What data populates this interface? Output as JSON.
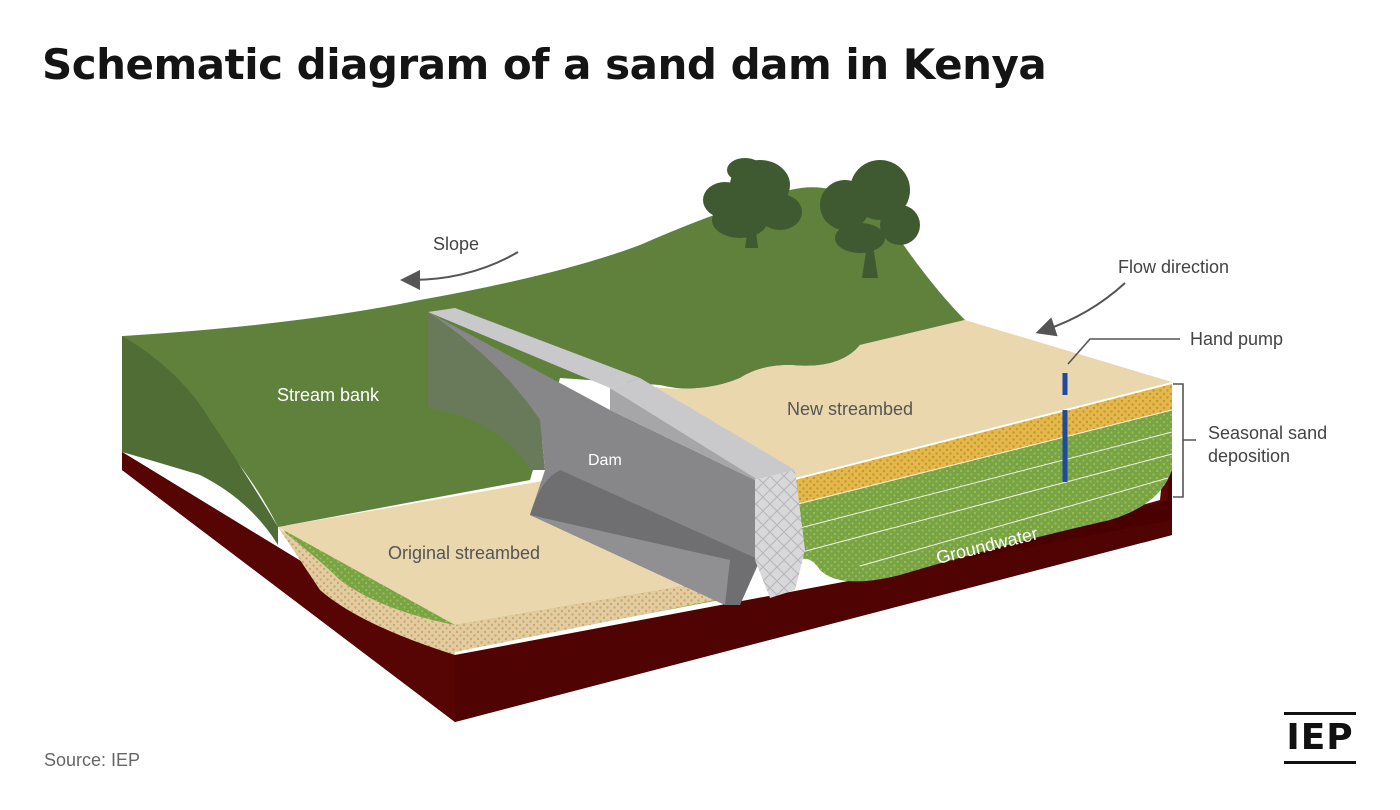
{
  "title": "Schematic diagram of a sand dam in Kenya",
  "source": "Source: IEP",
  "logo": "IEP",
  "labels": {
    "slope": "Slope",
    "flow_direction": "Flow direction",
    "hand_pump": "Hand pump",
    "stream_bank": "Stream bank",
    "dam": "Dam",
    "new_streambed": "New streambed",
    "seasonal_line1": "Seasonal sand",
    "seasonal_line2": "deposition",
    "original_streambed": "Original streambed",
    "groundwater": "Groundwater"
  },
  "colors": {
    "grass": "#5f813c",
    "grass_dark": "#4f6d34",
    "tree": "#3f5a30",
    "soil": "#4a0000",
    "soil_side": "#5c0606",
    "sand": "#ead7ad",
    "sand_layer": "#e4b84a",
    "groundwater": "#79a443",
    "dam_face": "#87878a",
    "dam_top": "#c9c9cb",
    "dam_side": "#a6a6a9"
  }
}
